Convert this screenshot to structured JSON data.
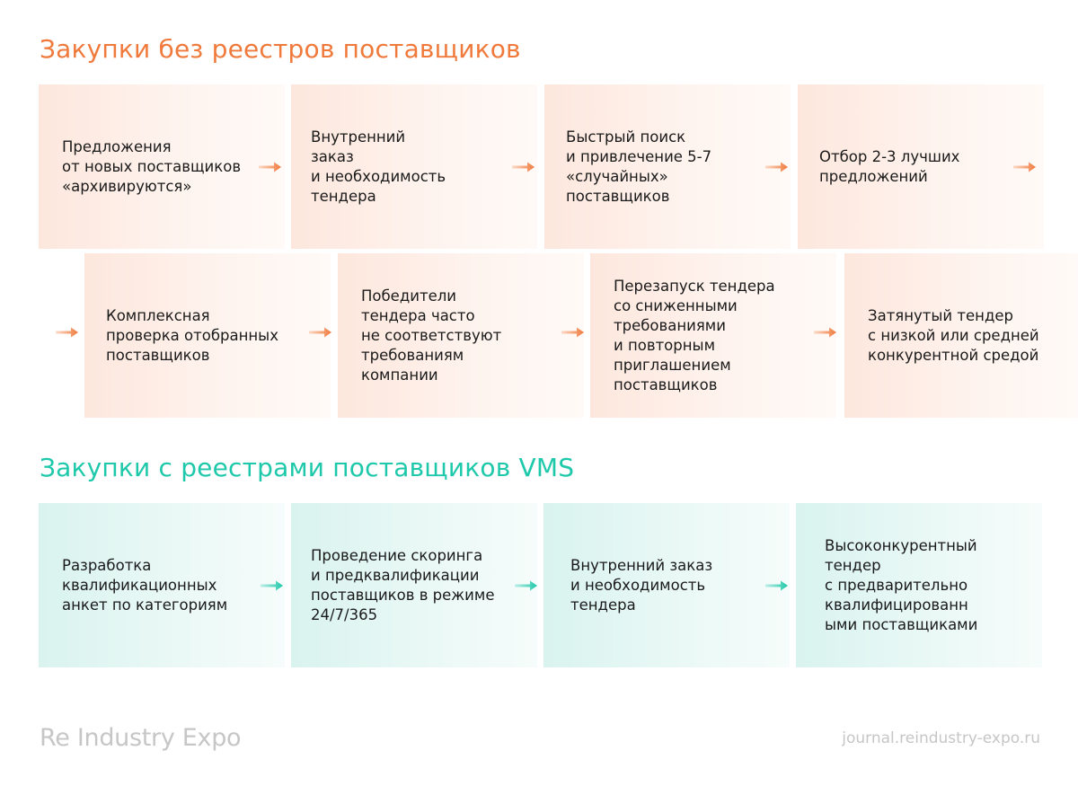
{
  "sections": [
    {
      "title": "Закупки без реестров поставщиков",
      "accent": "#f07a3c",
      "row1": [
        "Предложения\nот новых поставщиков\n«архивируются»",
        "Внутренний\nзаказ\nи необходимость\nтендера",
        "Быстрый поиск\nи привлечение 5-7\n«случайных»\nпоставщиков",
        "Отбор 2-3 лучших\nпредложений"
      ],
      "row2": [
        "Комплексная\nпроверка отобранных\nпоставщиков",
        "Победители\nтендера часто\nне соответствуют\nтребованиям\nкомпании",
        "Перезапуск тендера\nсо сниженными\nтребованиями\nи повторным\nприглашением\nпоставщиков",
        "Затянутый тендер\nс низкой или средней\nконкурентной средой"
      ]
    },
    {
      "title": "Закупки с реестрами поставщиков VMS",
      "accent": "#1ec8aa",
      "row1": [
        "Разработка\nквалификационных\nанкет по категориям",
        "Проведение скоринга\nи предквалификации\nпоставщиков в режиме\n24/7/365",
        "Внутренний заказ\nи необходимость\nтендера",
        "Высоконкурентный\nтендер\nс предварительно\nквалифицированн\nыми поставщиками"
      ]
    }
  ],
  "footer": {
    "logo": "Re Industry Expo",
    "url": "journal.reindustry-expo.ru"
  }
}
